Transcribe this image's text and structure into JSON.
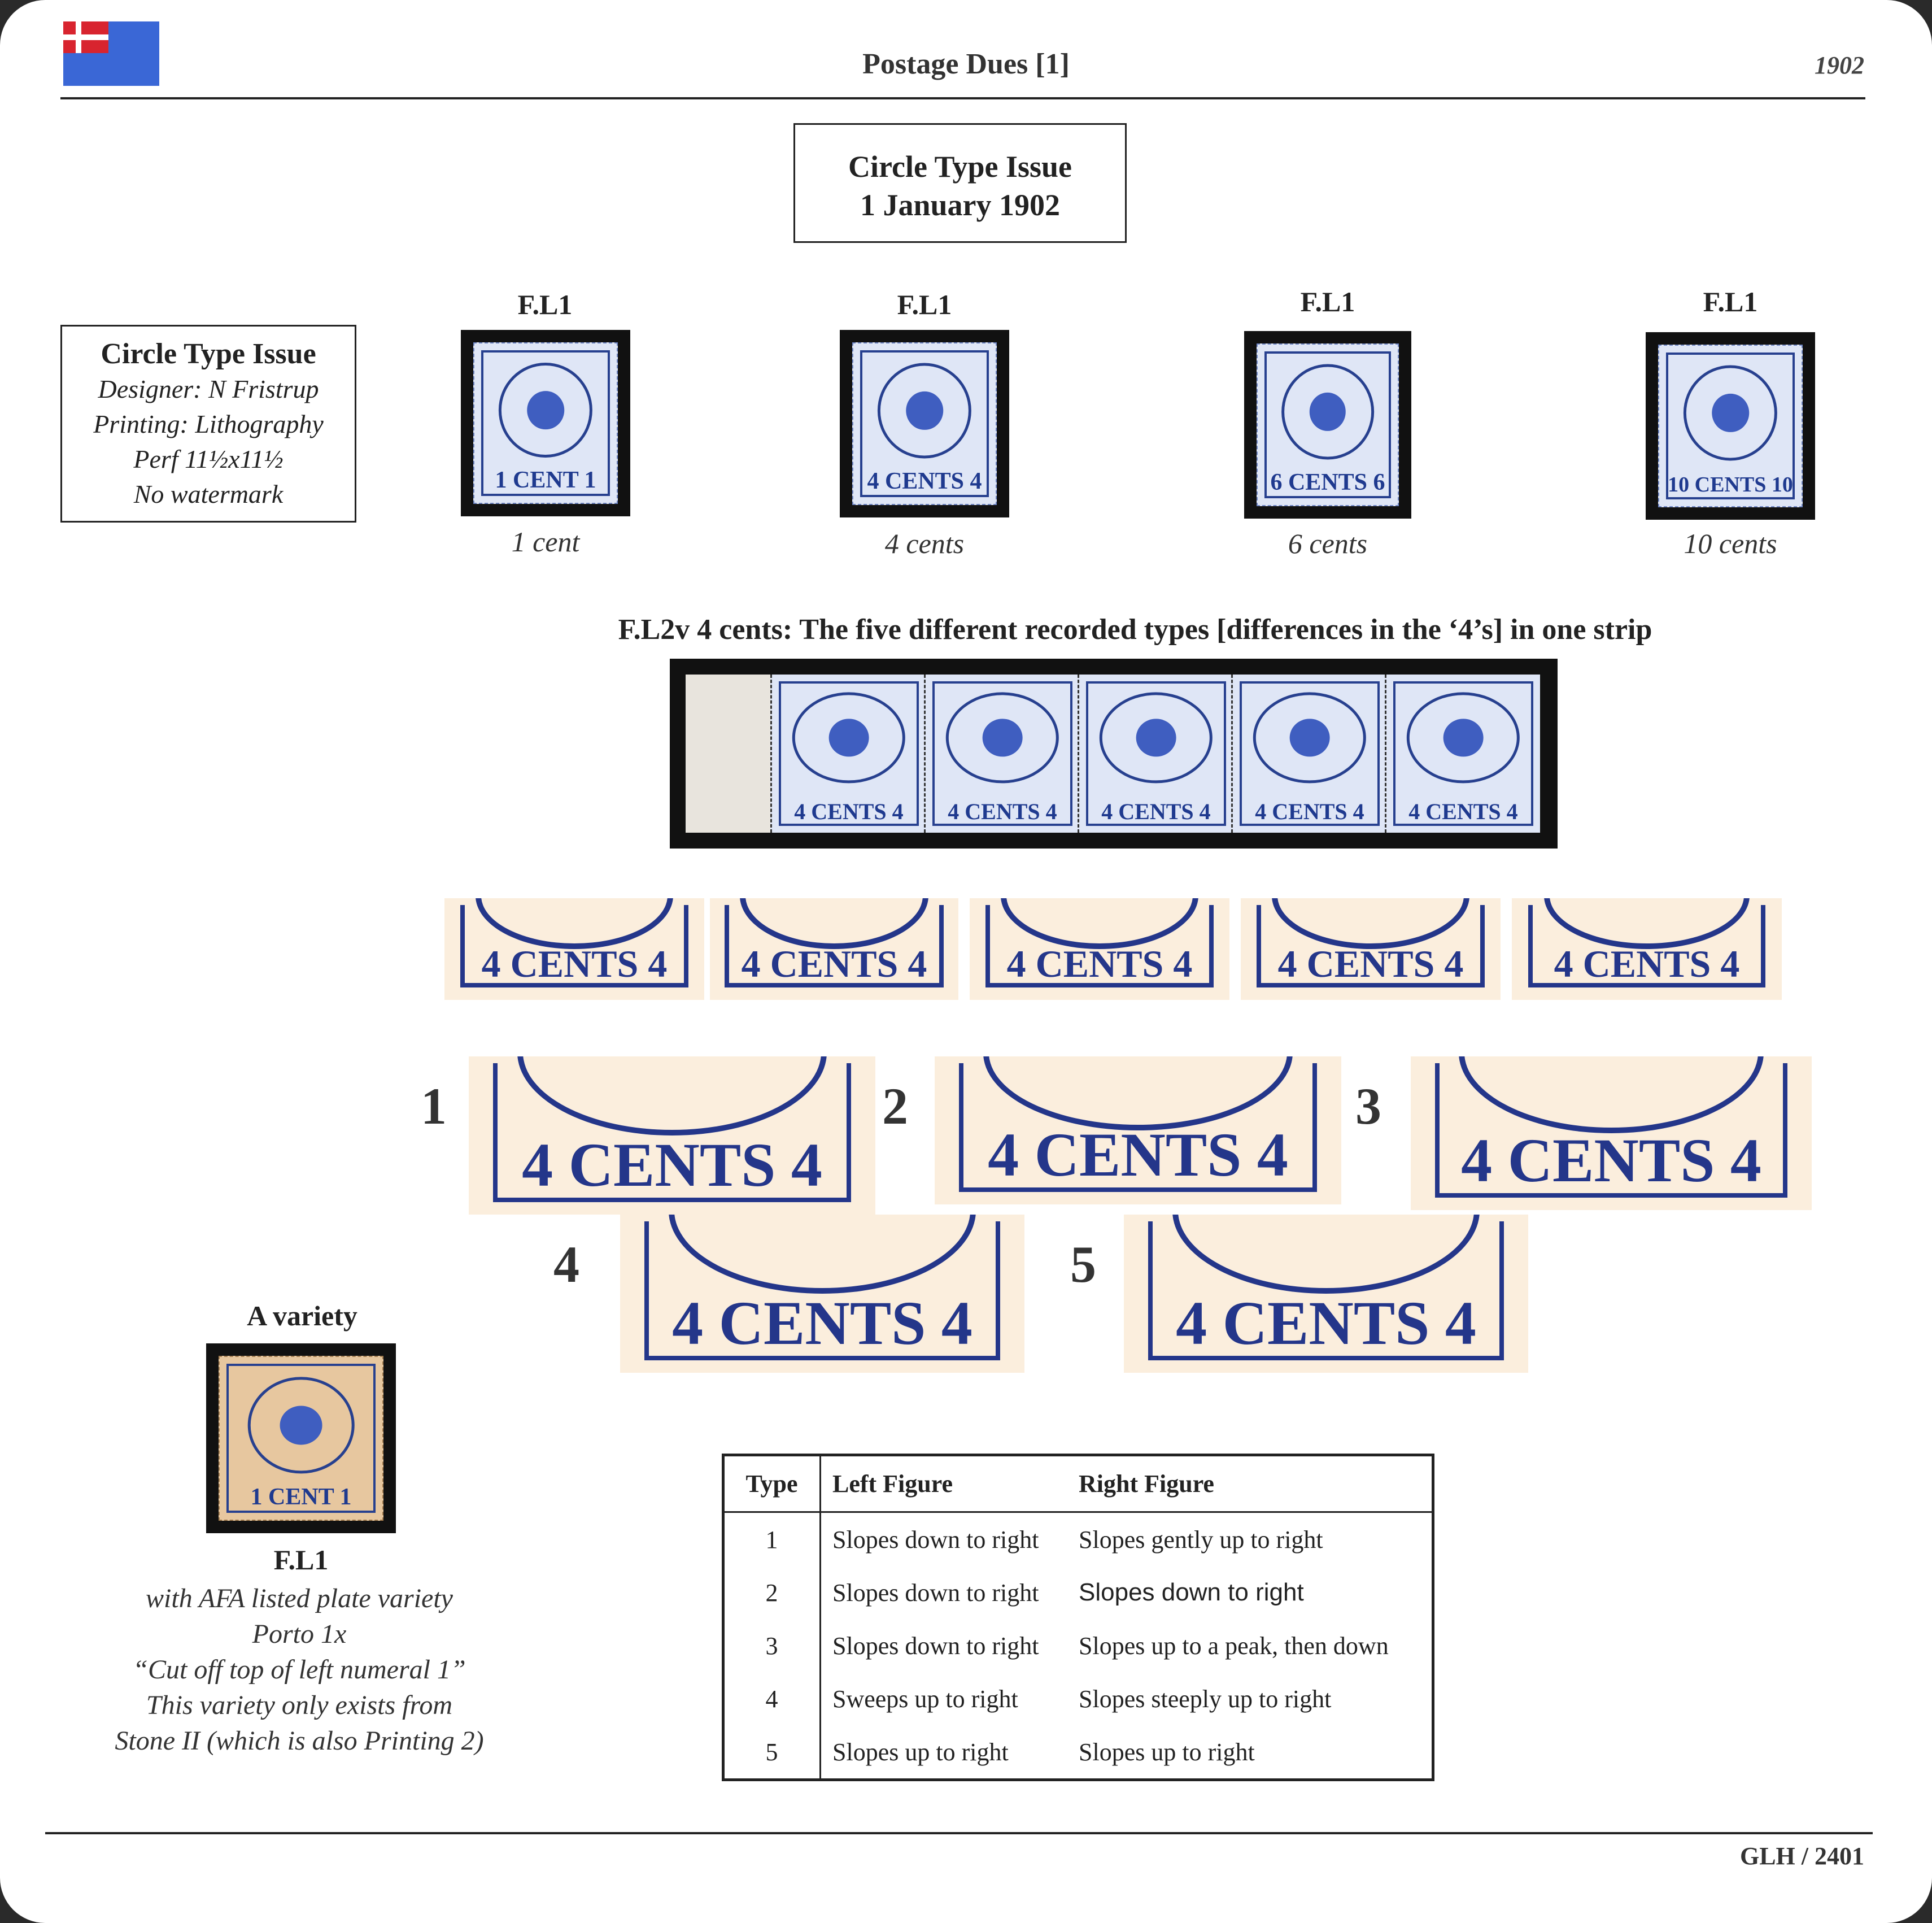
{
  "header": {
    "title": "Postage Dues [1]",
    "year": "1902"
  },
  "issue_box": {
    "line1": "Circle Type Issue",
    "line2": "1 January 1902"
  },
  "info_box": {
    "title": "Circle Type Issue",
    "designer": "Designer: N Fristrup",
    "printing": "Printing: Lithography",
    "perf": "Perf 11½x11½",
    "watermark": "No watermark"
  },
  "stamps": [
    {
      "label": "F.L1",
      "caption": "1 cent",
      "value_text": "1 CENT 1"
    },
    {
      "label": "F.L1",
      "caption": "4 cents",
      "value_text": "4 CENTS 4"
    },
    {
      "label": "F.L1",
      "caption": "6 cents",
      "value_text": "6 CENTS 6"
    },
    {
      "label": "F.L1",
      "caption": "10 cents",
      "value_text": "10 CENTS 10"
    }
  ],
  "strip": {
    "title": "F.L2v 4 cents: The five different recorded types [differences in the ‘4’s] in one strip",
    "value_text": "4 CENTS 4"
  },
  "enlargements": {
    "numbers": [
      "1",
      "2",
      "3",
      "4",
      "5"
    ],
    "text": "4 CENTS 4"
  },
  "variety": {
    "title": "A variety",
    "label": "F.L1",
    "value_text": "1 CENT 1",
    "caption": [
      "with AFA listed plate variety",
      "Porto 1x",
      "“Cut off top of left numeral 1”",
      "This variety only exists from",
      "Stone II (which is also Printing 2)"
    ]
  },
  "table": {
    "headers": [
      "Type",
      "Left Figure",
      "Right Figure"
    ],
    "rows": [
      [
        "1",
        "Slopes down to right",
        "Slopes gently up to right"
      ],
      [
        "2",
        "Slopes down to right",
        "Slopes down to right"
      ],
      [
        "3",
        "Slopes down to right",
        "Slopes up to a peak, then down"
      ],
      [
        "4",
        "Sweeps up to right",
        "Slopes steeply up to right"
      ],
      [
        "5",
        "Slopes up to right",
        "Slopes up to right"
      ]
    ]
  },
  "footer": "GLH / 2401",
  "colors": {
    "stamp_blue": "#27408f",
    "flag_red": "#d8242f",
    "flag_blue": "#3a67d6"
  }
}
